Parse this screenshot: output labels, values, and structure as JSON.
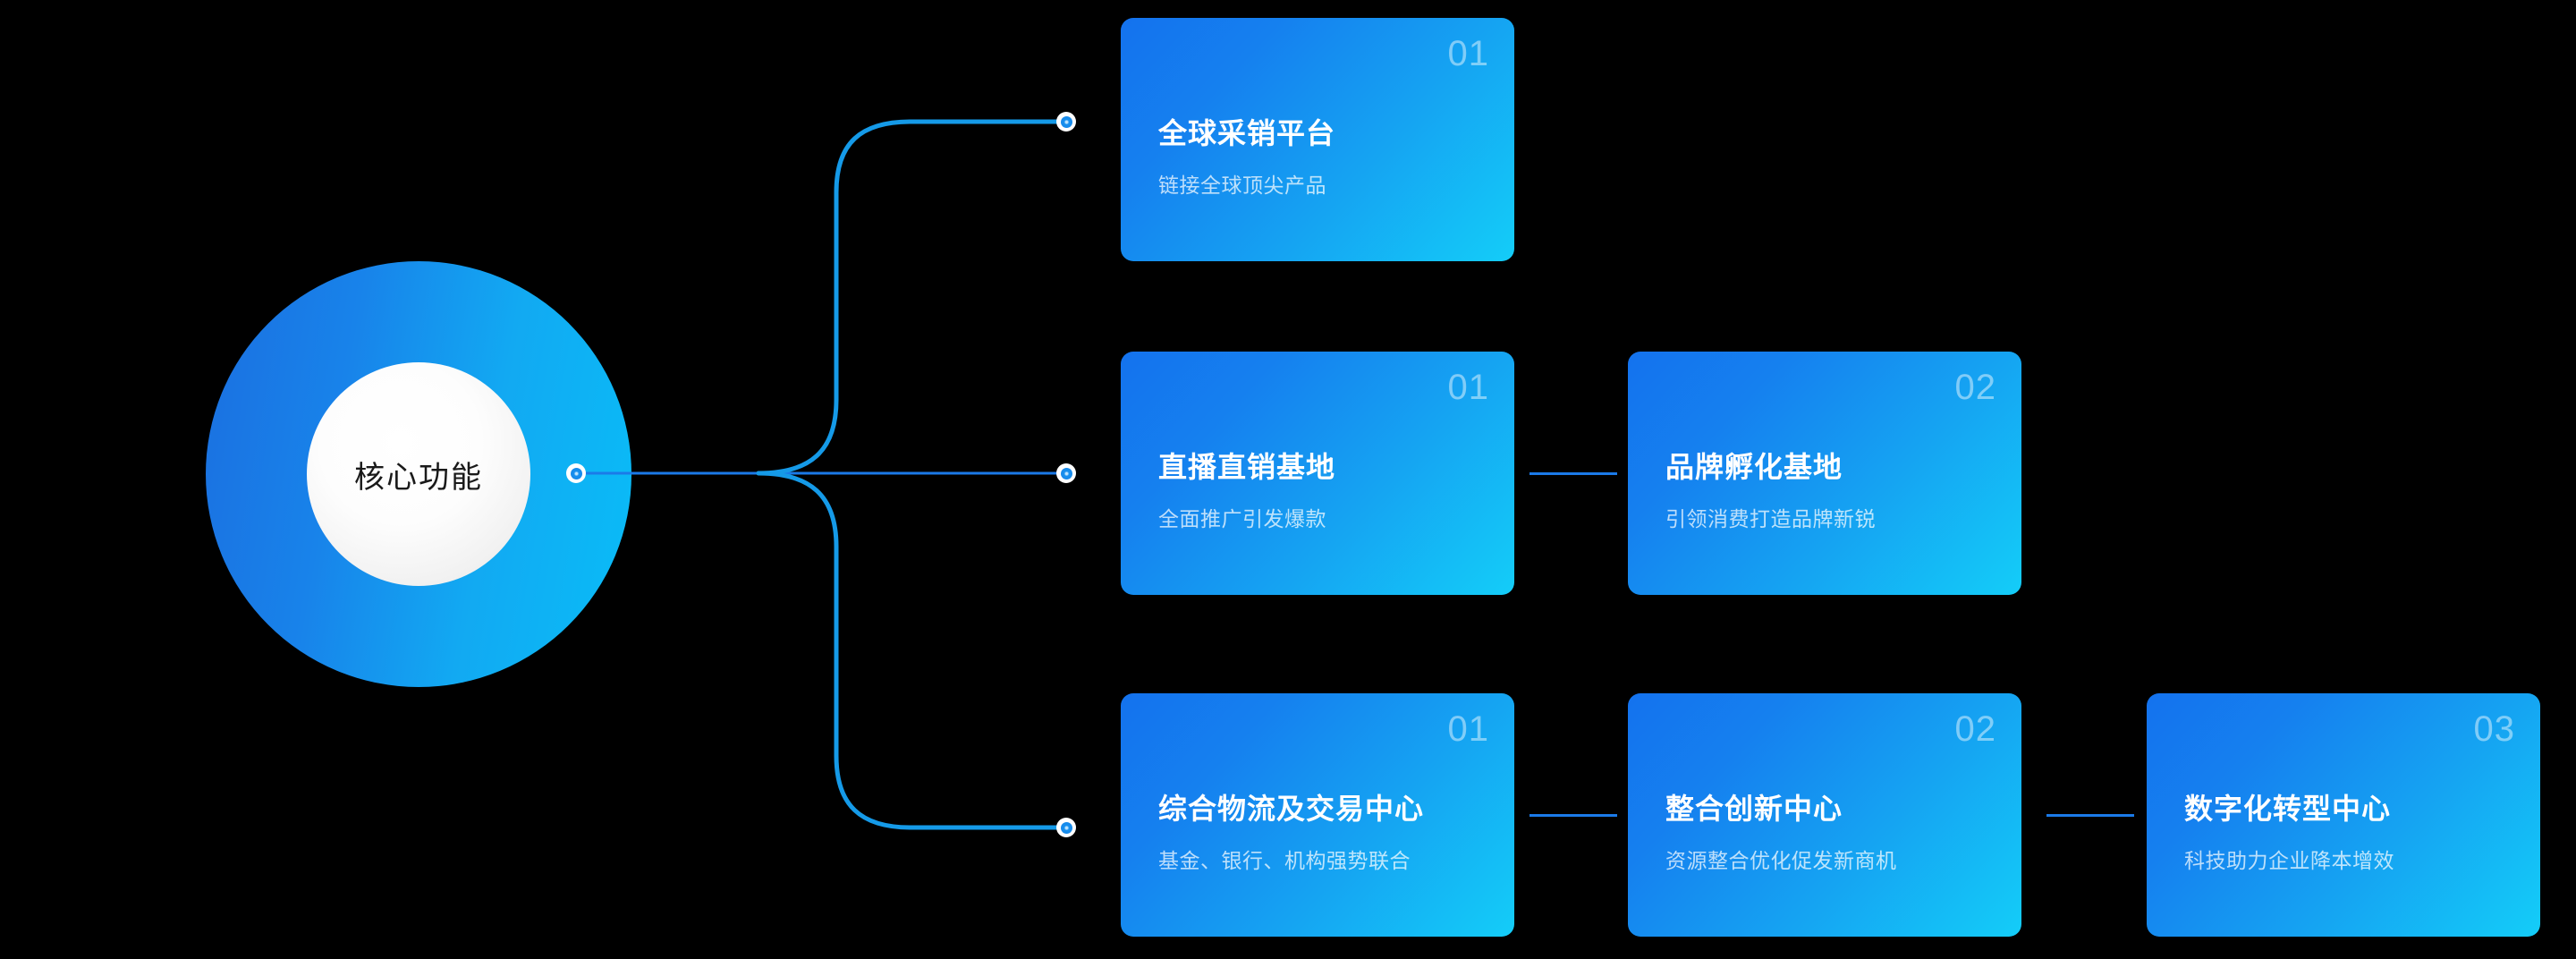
{
  "hub": {
    "label": "核心功能",
    "colors": {
      "outer_from": "#1b6fe0",
      "outer_to": "#09bdf7",
      "inner": "#ffffff"
    }
  },
  "theme": {
    "background": "#000000",
    "card_from": "#1472ee",
    "card_to": "#14cdf8",
    "wire": "#159ae8",
    "link": "#1b7ae8",
    "dot_ring": "#ffffff",
    "dot_core": "#1683e8"
  },
  "branches": [
    {
      "name": "branch-top",
      "cards": [
        {
          "number": "01",
          "title": "全球采销平台",
          "subtitle": "链接全球顶尖产品"
        }
      ]
    },
    {
      "name": "branch-middle",
      "cards": [
        {
          "number": "01",
          "title": "直播直销基地",
          "subtitle": "全面推广引发爆款"
        },
        {
          "number": "02",
          "title": "品牌孵化基地",
          "subtitle": "引领消费打造品牌新锐"
        }
      ]
    },
    {
      "name": "branch-bottom",
      "cards": [
        {
          "number": "01",
          "title": "综合物流及交易中心",
          "subtitle": "基金、银行、机构强势联合"
        },
        {
          "number": "02",
          "title": "整合创新中心",
          "subtitle": "资源整合优化促发新商机"
        },
        {
          "number": "03",
          "title": "数字化转型中心",
          "subtitle": "科技助力企业降本增效"
        }
      ]
    }
  ]
}
